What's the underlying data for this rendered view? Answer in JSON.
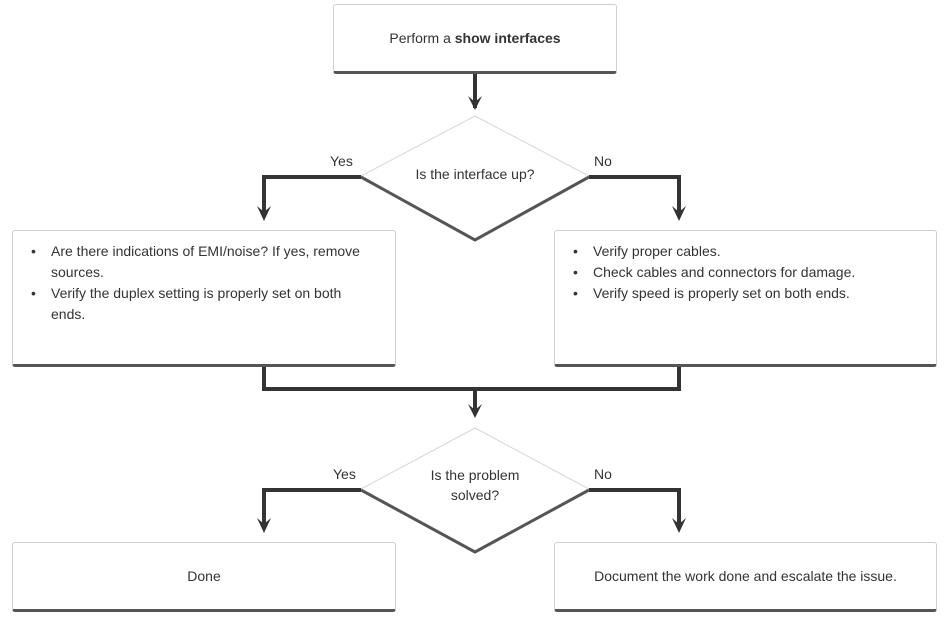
{
  "start": {
    "text_prefix": "Perform a ",
    "text_bold": "show interfaces"
  },
  "decision1": {
    "question": "Is the interface up?",
    "yes_label": "Yes",
    "no_label": "No"
  },
  "yes_branch": {
    "items": [
      "Are there indications of EMI/noise? If yes, remove sources.",
      "Verify the duplex setting is properly set on both ends."
    ]
  },
  "no_branch": {
    "items": [
      "Verify proper cables.",
      "Check cables and connectors for damage.",
      "Verify speed is properly set on both ends."
    ]
  },
  "decision2": {
    "question_line1": "Is the problem",
    "question_line2": "solved?",
    "yes_label": "Yes",
    "no_label": "No"
  },
  "done": {
    "text": "Done"
  },
  "escalate": {
    "text": "Document the work done and escalate the issue."
  },
  "colors": {
    "line": "#333333",
    "box_border": "#cfcfcf",
    "box_shadow": "#555555"
  }
}
